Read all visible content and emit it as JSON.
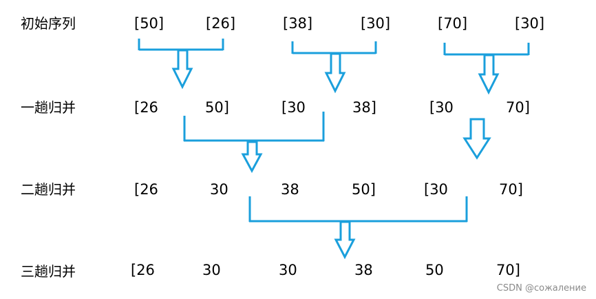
{
  "rows": [
    {
      "label": "初始序列",
      "values": [
        "[50]",
        "[26]",
        "[38]",
        "[30]",
        "[70]",
        "[30]"
      ]
    },
    {
      "label": "一趟归并",
      "values": [
        "[26",
        "50]",
        "[30",
        "38]",
        "[30",
        "70]"
      ]
    },
    {
      "label": "二趟归并",
      "values": [
        "[26",
        "30",
        "38",
        "50]",
        "[30",
        "70]"
      ]
    },
    {
      "label": "三趟归并",
      "values": [
        "[26",
        "30",
        "30",
        "38",
        "50",
        "70]"
      ]
    }
  ],
  "watermark": "CSDN @сожаление",
  "colors": {
    "accent": "#1a9fdc",
    "text": "#000000",
    "watermark": "#8a8a8a"
  }
}
